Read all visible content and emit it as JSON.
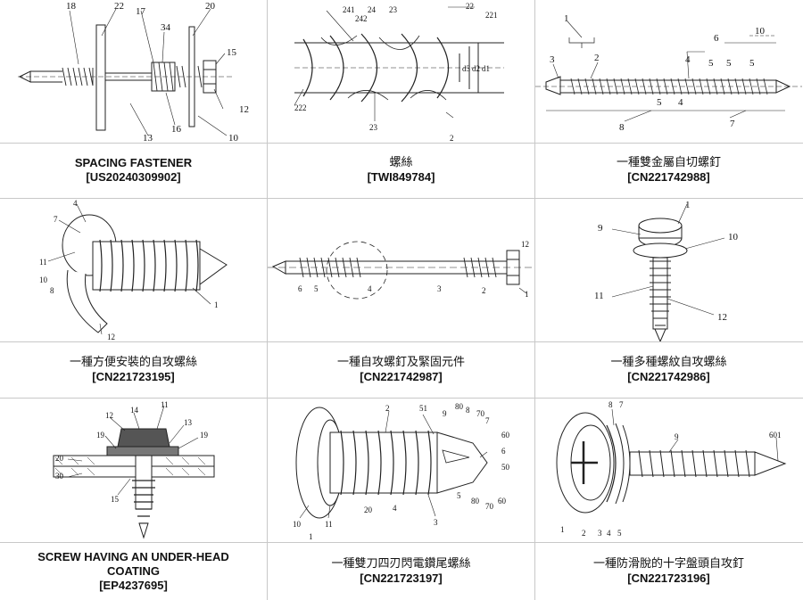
{
  "patents": [
    {
      "title": "SPACING FASTENER",
      "id": "[US20240309902]",
      "labels": [
        "18",
        "22",
        "17",
        "20",
        "15",
        "12",
        "10",
        "16",
        "13",
        "34"
      ]
    },
    {
      "title": "螺絲",
      "id": "[TWI849784]",
      "labels": [
        "22",
        "221",
        "222",
        "23",
        "24",
        "241",
        "242",
        "2",
        "d1",
        "d2",
        "d3"
      ]
    },
    {
      "title": "一種雙金屬自切螺釘",
      "id": "[CN221742988]",
      "labels": [
        "1",
        "2",
        "3",
        "4",
        "5",
        "6",
        "7",
        "8",
        "10"
      ]
    },
    {
      "title": "一種方便安裝的自攻螺絲",
      "id": "[CN221723195]",
      "labels": [
        "4",
        "7",
        "11",
        "10",
        "8",
        "12",
        "1"
      ]
    },
    {
      "title": "一種自攻螺釘及緊固元件",
      "id": "[CN221742987]",
      "labels": [
        "12",
        "1",
        "2",
        "3",
        "4",
        "5",
        "6"
      ]
    },
    {
      "title": "一種多種螺紋自攻螺絲",
      "id": "[CN221742986]",
      "labels": [
        "1",
        "9",
        "10",
        "11",
        "12"
      ]
    },
    {
      "title": "SCREW HAVING AN UNDER-HEAD COATING",
      "id": "[EP4237695]",
      "labels": [
        "11",
        "12",
        "14",
        "13",
        "19",
        "20",
        "30",
        "15"
      ]
    },
    {
      "title": "一種雙刀四刃閃電鑽尾螺絲",
      "id": "[CN221723197]",
      "labels": [
        "2",
        "51",
        "9",
        "80",
        "8",
        "70",
        "7",
        "60",
        "6",
        "50",
        "5",
        "4",
        "3",
        "20",
        "10",
        "11",
        "1"
      ]
    },
    {
      "title": "一種防滑脫的十字盤頭自攻釘",
      "id": "[CN221723196]",
      "labels": [
        "8",
        "7",
        "9",
        "601",
        "1",
        "2",
        "3",
        "4",
        "5"
      ]
    }
  ]
}
